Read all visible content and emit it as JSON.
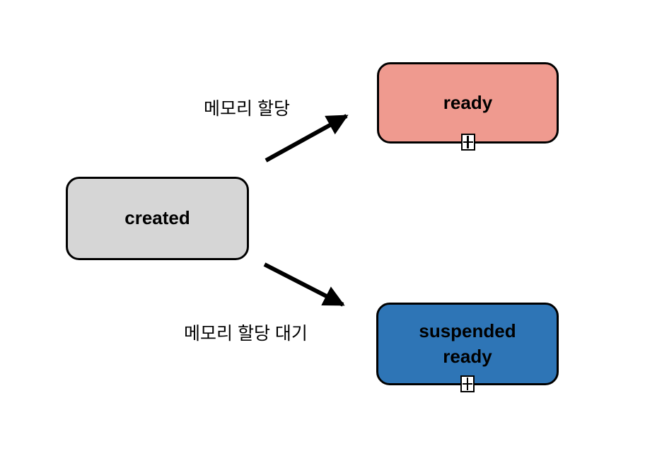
{
  "diagram": {
    "background_color": "#ffffff",
    "nodes": {
      "created": {
        "label": "created",
        "fill": "#d6d6d6",
        "border_color": "#000000"
      },
      "ready": {
        "label": "ready",
        "fill": "#ef9a8f",
        "border_color": "#000000",
        "expand_icon": "plus"
      },
      "suspended_ready": {
        "label": "suspended ready",
        "fill": "#2e75b6",
        "border_color": "#000000",
        "expand_icon": "plus"
      }
    },
    "edges": {
      "memory_alloc": {
        "from": "created",
        "to": "ready",
        "label": "메모리 할당",
        "color": "#000000"
      },
      "memory_alloc_wait": {
        "from": "created",
        "to": "suspended_ready",
        "label": "메모리 할당 대기",
        "color": "#000000"
      }
    }
  }
}
